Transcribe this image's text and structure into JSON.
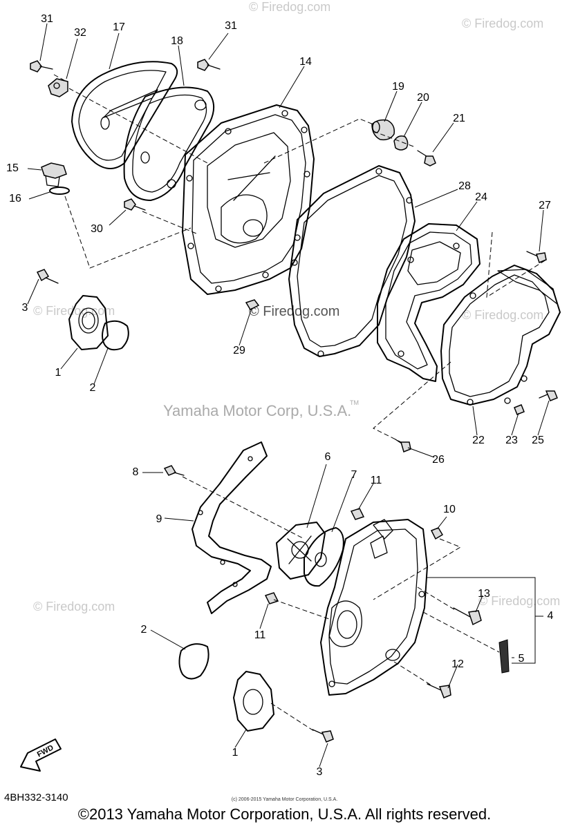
{
  "watermarks": {
    "firedog": "© Firedog.com",
    "center_part_mark": "© Firedog.com",
    "brand_mark": "Yamaha Motor Corp, U.S.A.",
    "brand_tm": "TM"
  },
  "callouts": {
    "c1a": "1",
    "c1b": "1",
    "c2a": "2",
    "c2b": "2",
    "c3a": "3",
    "c3b": "3",
    "c4": "4",
    "c5": "5",
    "c6": "6",
    "c7": "7",
    "c8": "8",
    "c9": "9",
    "c10": "10",
    "c11a": "11",
    "c11b": "11",
    "c12": "12",
    "c13": "13",
    "c14": "14",
    "c15": "15",
    "c16": "16",
    "c17": "17",
    "c18": "18",
    "c19": "19",
    "c20": "20",
    "c21": "21",
    "c22": "22",
    "c23": "23",
    "c24": "24",
    "c25": "25",
    "c26": "26",
    "c27": "27",
    "c28": "28",
    "c29": "29",
    "c30": "30",
    "c31a": "31",
    "c31b": "31",
    "c32": "32"
  },
  "fwd_label": "FWD",
  "part_code": "4BH332-3140",
  "small_copyright": "(c) 2006-2015 Yamaha Motor Corporation, U.S.A.",
  "copyright": "©2013 Yamaha Motor Corporation, U.S.A. All rights reserved."
}
